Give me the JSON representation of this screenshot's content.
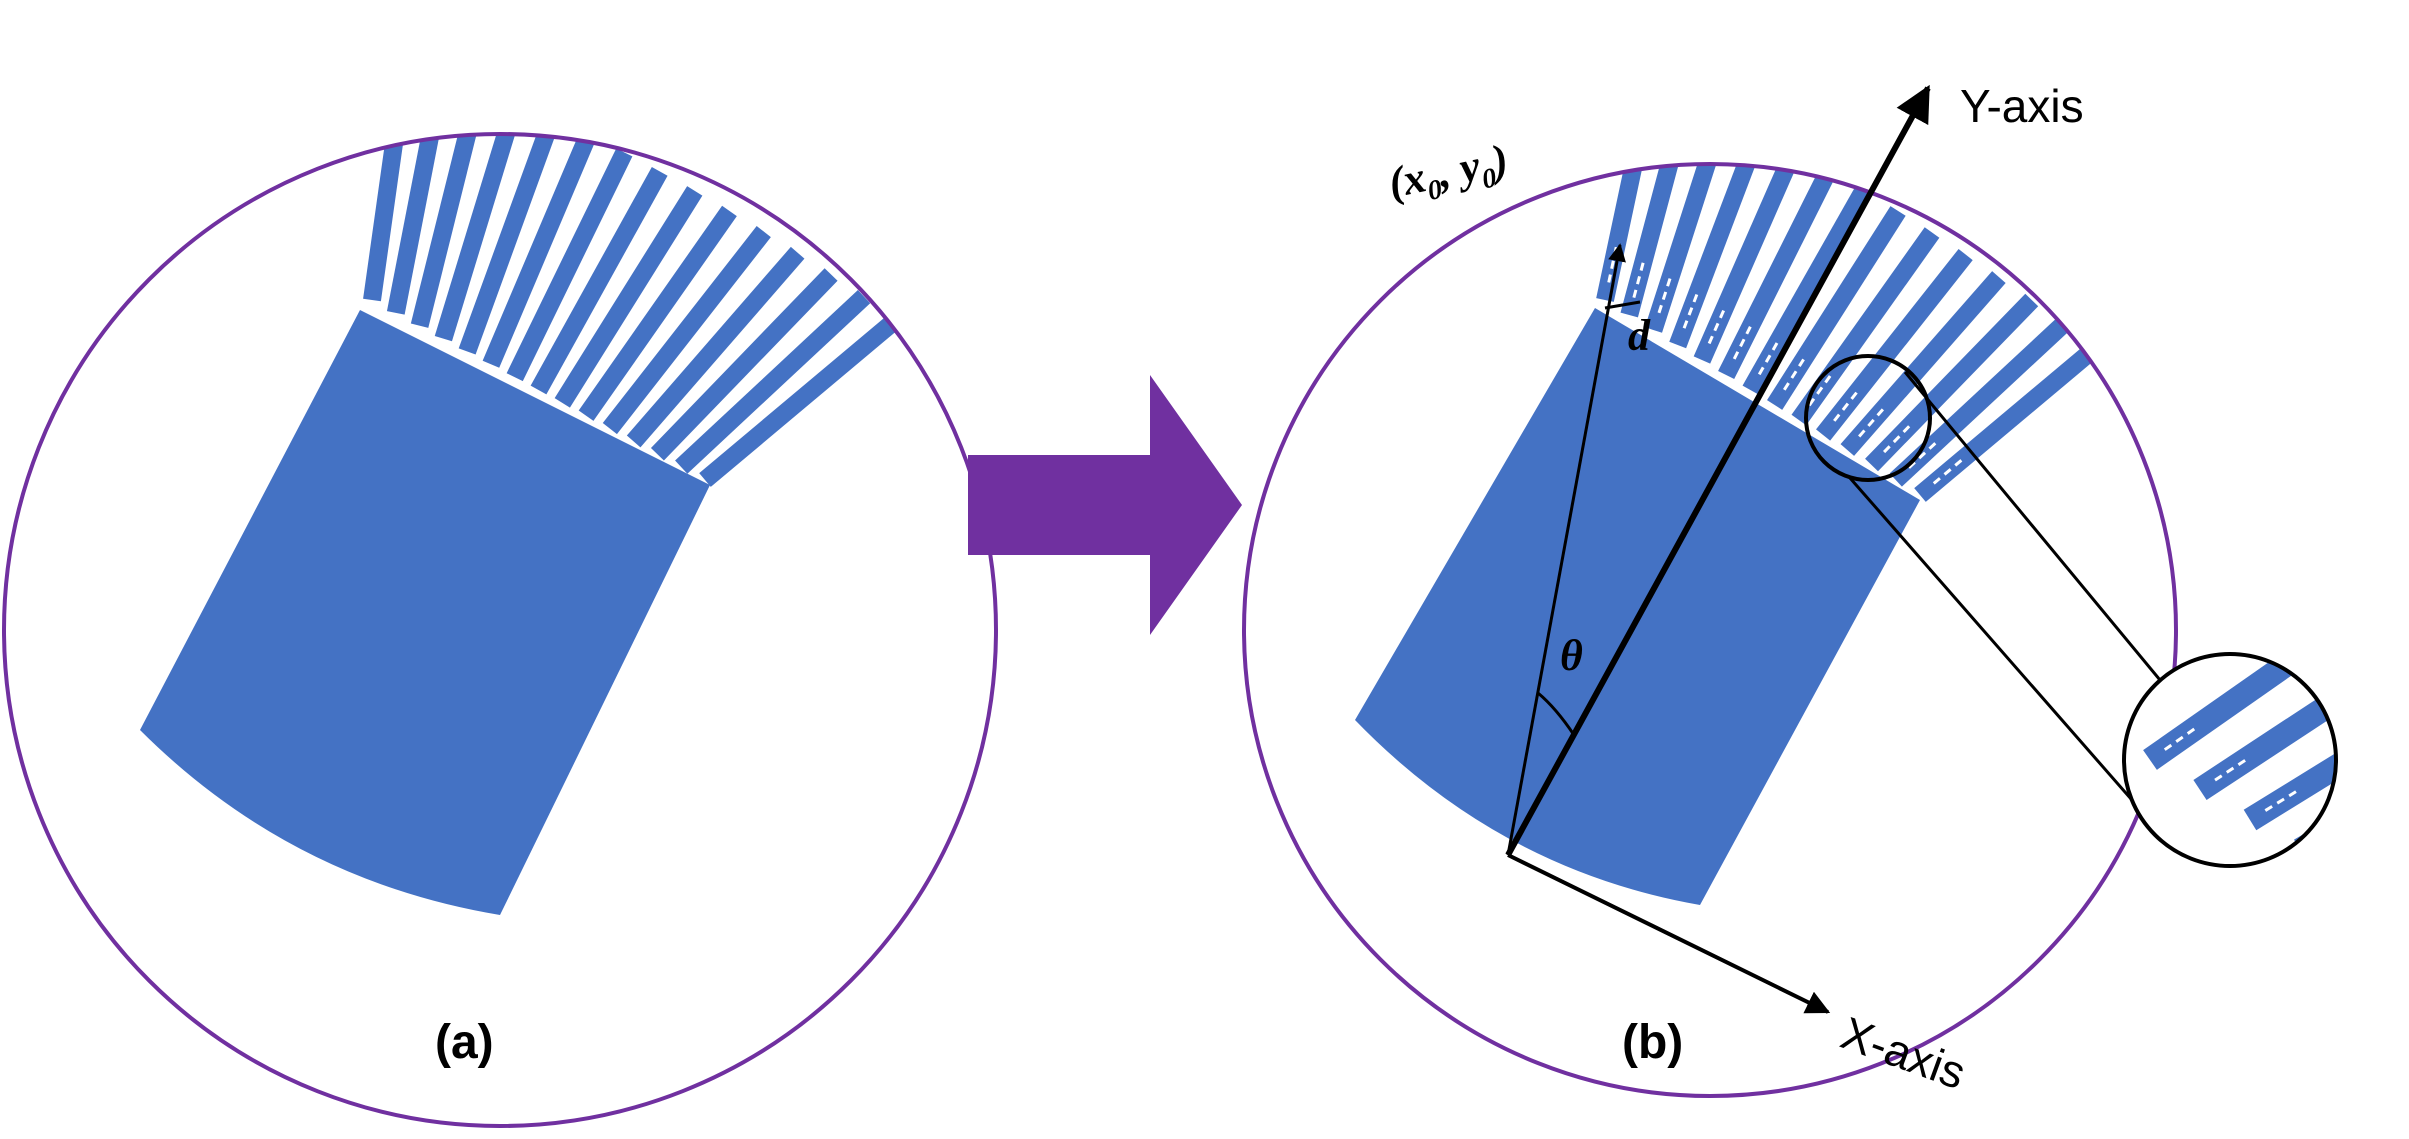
{
  "panels": [
    {
      "label": "(a)"
    },
    {
      "label": "(b)"
    }
  ],
  "annotations": {
    "point_x": "x",
    "point_x_sub": "0",
    "point_y": "y",
    "point_y_sub": "0",
    "distance": "d",
    "angle": "θ",
    "y_axis": "Y-axis",
    "x_axis": "X-axis"
  },
  "colors": {
    "shape_fill": "#4472C4",
    "circle_stroke": "#7030A0",
    "arrow_fill": "#7030A0",
    "line_color": "#000000",
    "dash_color": "#ffffff"
  }
}
